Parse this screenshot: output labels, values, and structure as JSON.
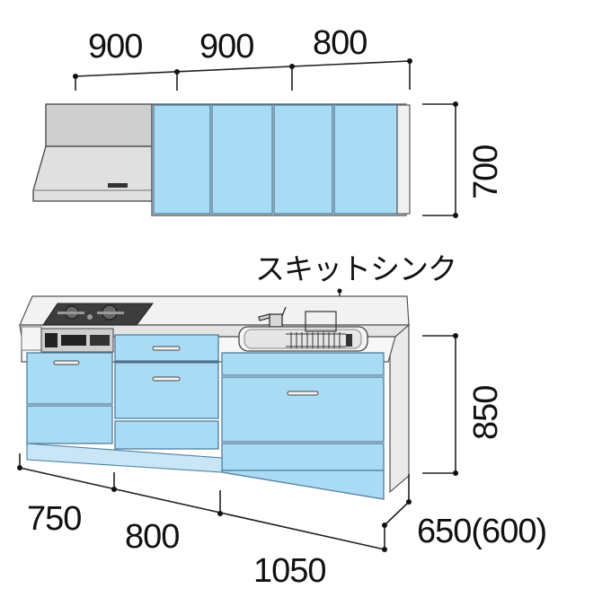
{
  "dimensions": {
    "upper_widths": [
      "900",
      "900",
      "800"
    ],
    "upper_height": "700",
    "lower_height": "850",
    "lower_widths": [
      "750",
      "800",
      "1050"
    ],
    "depth": "650(600)"
  },
  "callouts": {
    "sink_name": "スキットシンク"
  },
  "colors": {
    "door_blue": "#a9dbf5",
    "door_edge": "#5a8aa8",
    "hood_gray": "#d4d4d4",
    "counter": "#f2f2f2",
    "cabinet_side": "#ececec",
    "line": "#222222"
  }
}
